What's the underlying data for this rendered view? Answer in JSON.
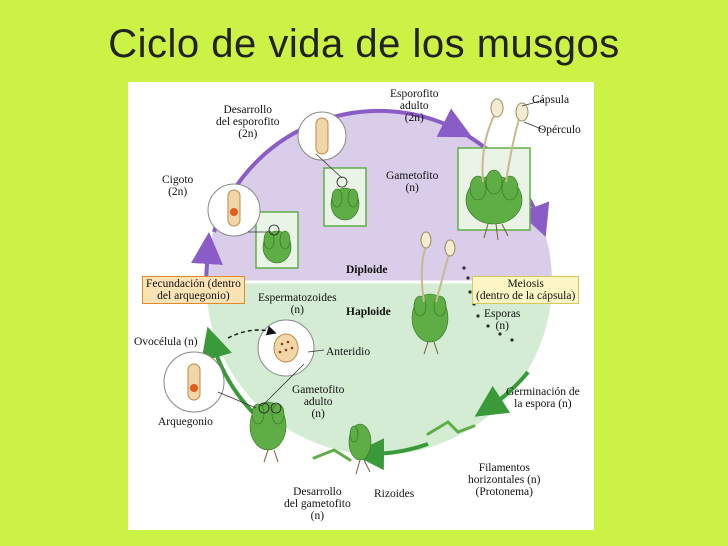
{
  "title": "Ciclo de vida de los musgos",
  "phases": {
    "diploid": "Diploide",
    "haploid": "Haploide"
  },
  "labels": {
    "desarrollo_esporofito": [
      "Desarrollo",
      "del esporofito",
      "(2n)"
    ],
    "esporofito_adulto": [
      "Esporofito",
      "adulto",
      "(2n)"
    ],
    "capsula": "Cápsula",
    "operculo": "Opérculo",
    "gametofito": [
      "Gametofito",
      "(n)"
    ],
    "cigoto": [
      "Cigoto",
      "(2n)"
    ],
    "fecundacion": [
      "Fecundación (dentro",
      "del arquegonio)"
    ],
    "meiosis": [
      "Meiosis",
      "(dentro de la cápsula)"
    ],
    "espermatozoides": [
      "Espermatozoides",
      "(n)"
    ],
    "esporas": [
      "Esporas",
      "(n)"
    ],
    "ovocelula": "Ovocélula (n)",
    "anteridio": "Anteridio",
    "gametofito_adulto": [
      "Gametofito",
      "adulto",
      "(n)"
    ],
    "germinacion": [
      "Germinación de",
      "la espora (n)"
    ],
    "arquegonio": "Arquegonio",
    "filamentos": [
      "Filamentos",
      "horizontales (n)",
      "(Protonema)"
    ],
    "desarrollo_gametofito": [
      "Desarrollo",
      "del gametofito",
      "(n)"
    ],
    "rizoides": "Rizoides"
  },
  "colors": {
    "background": "#ccf246",
    "diploid_region": "#d9cdea",
    "haploid_region": "#d3ecd3",
    "cycle_arrow_diploid": "#8a5cc7",
    "cycle_arrow_haploid": "#3a9a3a",
    "moss": "#5fae45"
  }
}
